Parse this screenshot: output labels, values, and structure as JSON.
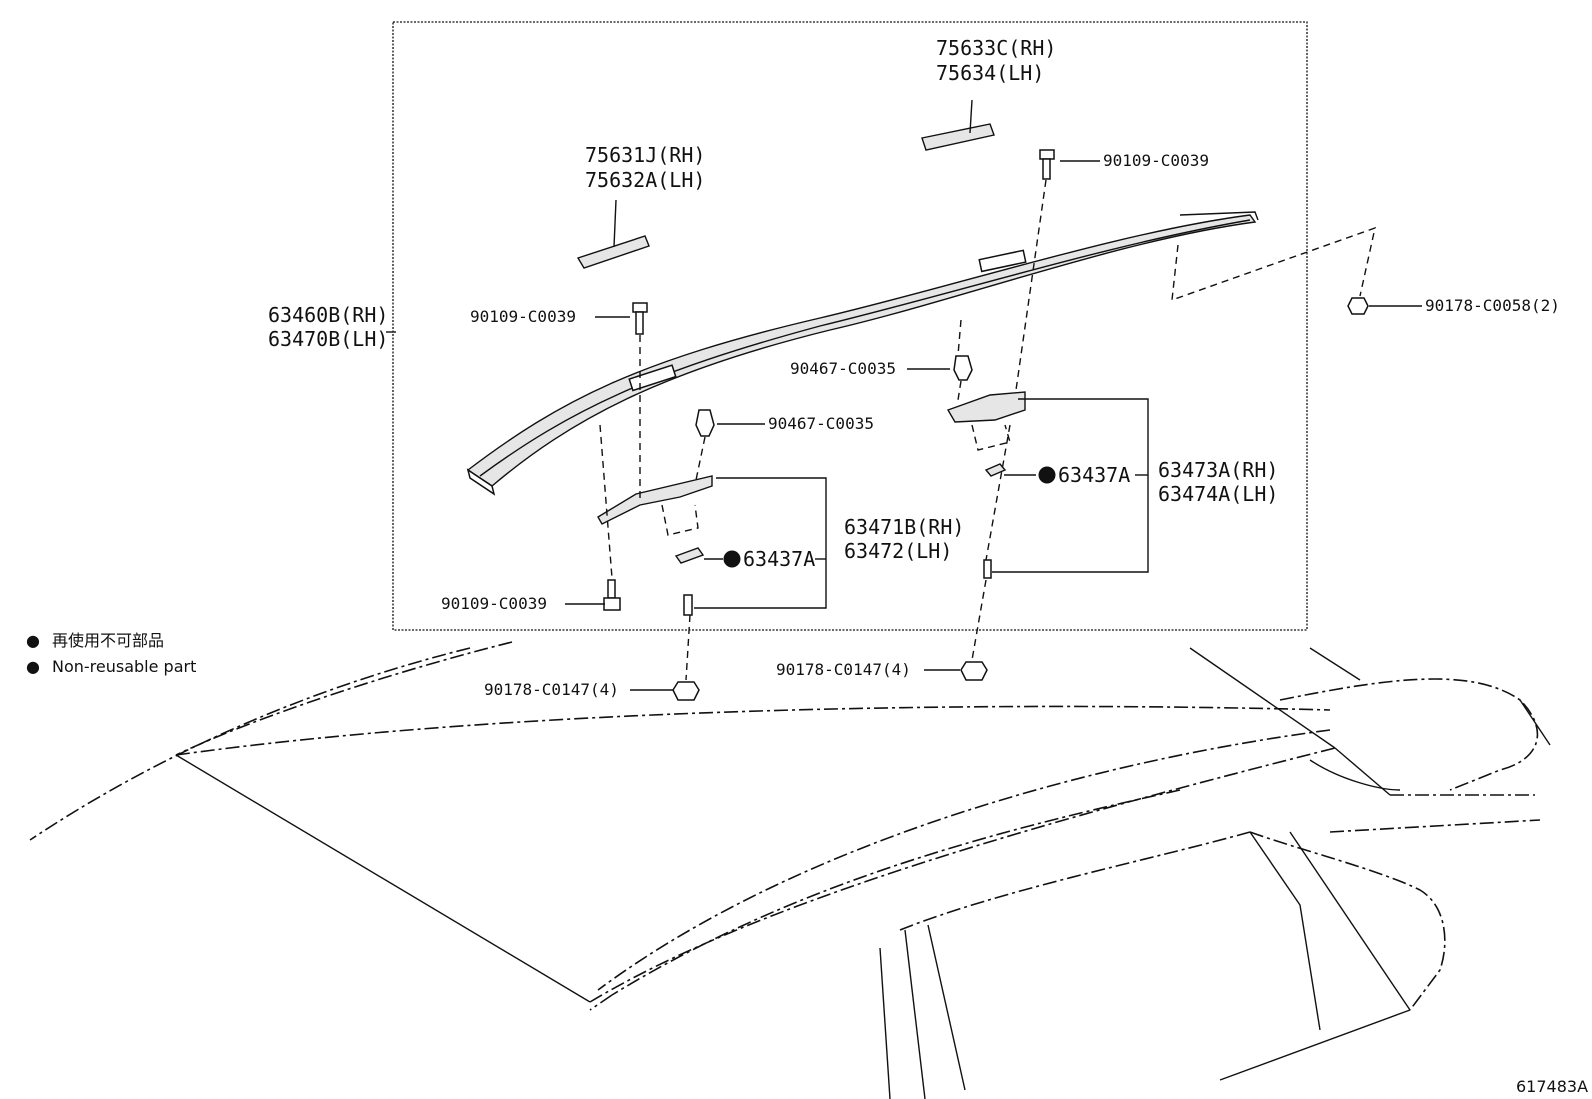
{
  "diagram": {
    "labels": {
      "trim_rh": "75633C(RH)",
      "trim_lh": "75634(LH)",
      "cover_rh": "75631J(RH)",
      "cover_lh": "75632A(LH)",
      "rail_rh": "63460B(RH)",
      "rail_lh": "63470B(LH)",
      "bolt_top_right": "90109-C0039",
      "bolt_left_mid": "90109-C0039",
      "bolt_left_low": "90109-C0039",
      "clip_right": "90467-C0035",
      "clip_left": "90467-C0035",
      "nut_far_right": "90178-C0058(2)",
      "nut_bottom_left": "90178-C0147(4)",
      "nut_bottom_right": "90178-C0147(4)",
      "gasket_right": "63437A",
      "gasket_left": "63437A",
      "bracket_right_rh": "63473A(RH)",
      "bracket_right_lh": "63474A(LH)",
      "bracket_left_rh": "63471B(RH)",
      "bracket_left_lh": "63472(LH)"
    },
    "legend": {
      "symbol": "●",
      "line_jp": "再使用不可部品",
      "line_en": "Non-reusable part"
    },
    "figure_code": "617483A"
  },
  "icons": {
    "bullet": "filled-circle-icon"
  },
  "colors": {
    "ink": "#111111",
    "background": "#ffffff"
  }
}
